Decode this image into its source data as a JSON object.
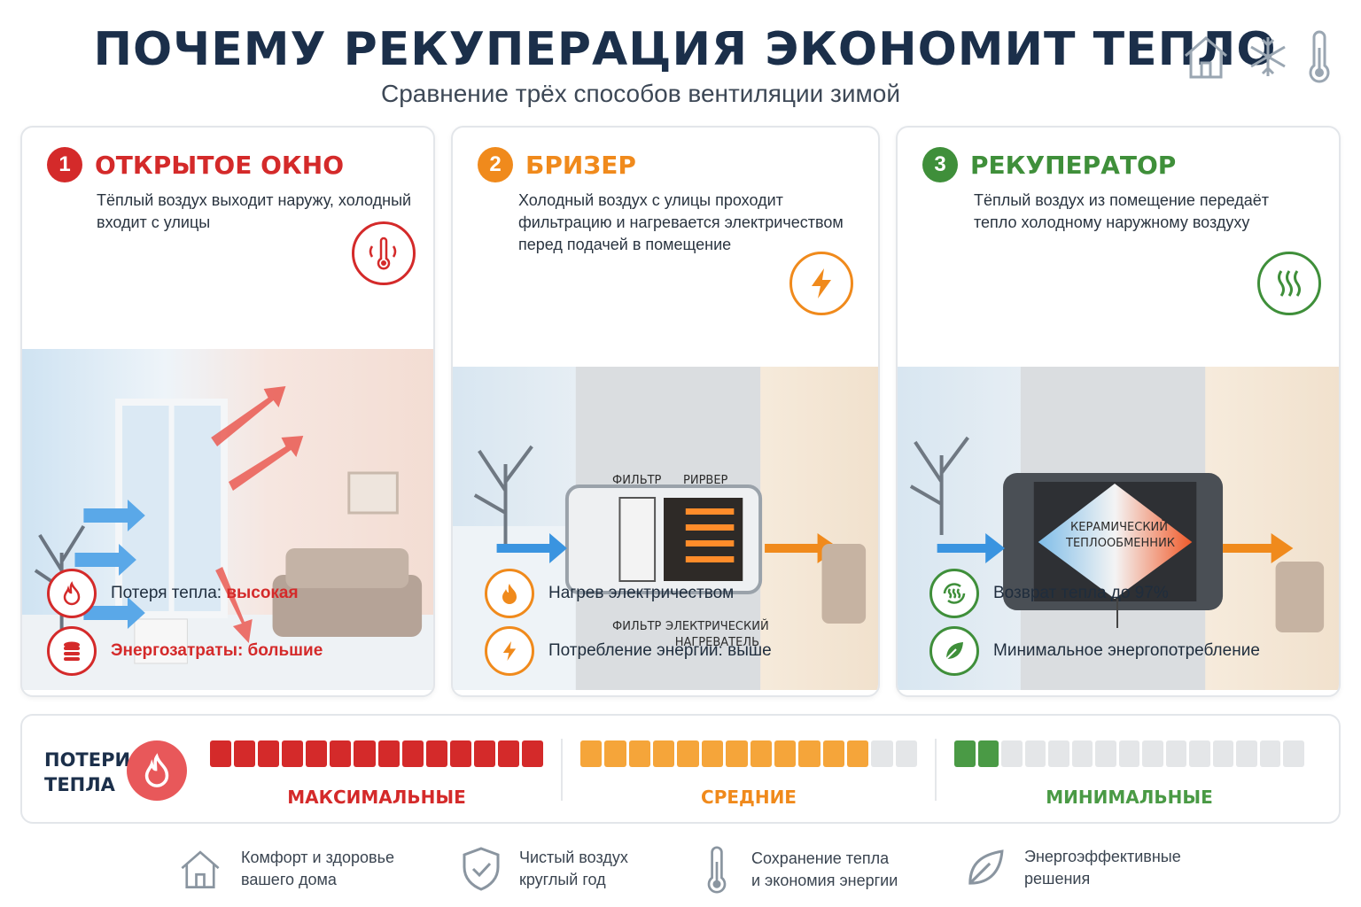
{
  "header": {
    "title": "ПОЧЕМУ РЕКУПЕРАЦИЯ ЭКОНОМИТ ТЕПЛО",
    "subtitle": "Сравнение трёх способов вентиляции зимой",
    "icons": [
      "house-icon",
      "snowflake-icon",
      "thermometer-icon"
    ]
  },
  "cards": [
    {
      "number": "1",
      "title": "ОТКРЫТОЕ ОКНО",
      "description": "Тёплый воздух выходит наружу, холодный входит с улицы",
      "color": "#d42a2a",
      "badge_icon": "thermometer-heat-icon",
      "features": [
        {
          "icon": "flame-icon",
          "label": "Потеря тепла: ",
          "value": "высокая"
        },
        {
          "icon": "coins-icon",
          "label": "Энергозатраты: большие",
          "value": ""
        }
      ]
    },
    {
      "number": "2",
      "title": "БРИЗЕР",
      "description": "Холодный воздух с улицы проходит фильтрацию и нагревается электричеством перед подачей в помещение",
      "color": "#f08a1c",
      "badge_icon": "lightning-icon",
      "scene_labels": {
        "filter_top": "ФИЛЬТР",
        "heater_top": "РИРВЕР",
        "filter_bottom": "ФИЛЬТР",
        "heater_bottom_1": "ЭЛЕКТРИЧЕСКИЙ",
        "heater_bottom_2": "НАГРЕВАТЕЛЬ"
      },
      "features": [
        {
          "icon": "flame-icon",
          "label": "Нагрев электричеством"
        },
        {
          "icon": "lightning-icon",
          "label": "Потребление энергии: выше"
        }
      ]
    },
    {
      "number": "3",
      "title": "РЕКУПЕРАТОР",
      "description": "Тёплый воздух из помещение передаёт тепло холодному наружному воздуху",
      "color": "#3f8f3a",
      "badge_icon": "heat-waves-icon",
      "scene_labels": {
        "exchanger_1": "КЕРАМИЧЕСКИЙ",
        "exchanger_2": "ТЕПЛООБМЕННИК"
      },
      "features": [
        {
          "icon": "recycle-heat-icon",
          "label": "Возврат тепла до 97%"
        },
        {
          "icon": "leaf-icon",
          "label": "Минимальное энергопотребление"
        }
      ]
    }
  ],
  "loss": {
    "title_1": "ПОТЕРИ",
    "title_2": "ТЕПЛА",
    "levels": [
      {
        "label": "МАКСИМАЛЬНЫЕ",
        "filled": 14,
        "total": 14,
        "color": "#d42a2a"
      },
      {
        "label": "СРЕДНИЕ",
        "filled": 12,
        "total": 14,
        "color": "#f5a53a"
      },
      {
        "label": "МИНИМАЛЬНЫЕ",
        "filled": 2,
        "total": 15,
        "color": "#4a9a45"
      }
    ]
  },
  "footer": [
    {
      "icon": "house-icon",
      "line1": "Комфорт и здоровье",
      "line2": "вашего дома"
    },
    {
      "icon": "shield-check-icon",
      "line1": "Чистый воздух",
      "line2": "круглый год"
    },
    {
      "icon": "thermometer-icon",
      "line1": "Сохранение тепла",
      "line2": "и экономия энергии"
    },
    {
      "icon": "leaf-icon",
      "line1": "Энергоэффективные",
      "line2": "решения"
    }
  ]
}
